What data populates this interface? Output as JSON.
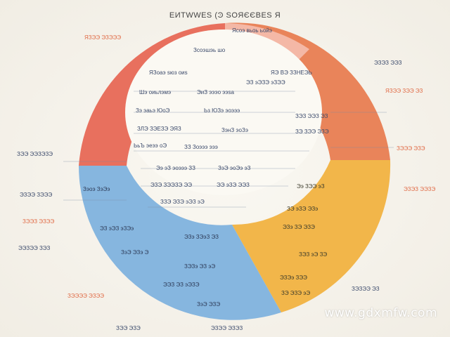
{
  "title": "ЕИТWWЕS (Ͽ ЅOЯЄЄВЕЅ Я",
  "watermark": "www.gdxmfw.com",
  "colors": {
    "red": "#e8705e",
    "orange": "#e9845a",
    "yellow": "#f2b64a",
    "blue": "#86b6df",
    "center": "#fbf9f3",
    "outer_label": "#e06a45",
    "dark_label": "#3b4a6b"
  },
  "inner_labels": [
    "Зсоэшэь шо",
    "Ясoэ вьоь ьойэ",
    "ЯЗоаэ sюз оиs",
    "ЯЭ ВЭ ЗЗНЕЭЬ",
    "Шэ оиьлэмэ",
    "ЭиЗ эээо ээsа",
    "Зэ эаьэ ЮоЭ",
    "Ьз ЮЗэ эоэээ",
    "ЗЛЭ ЗЭЕЗЭ ЭЯЗ",
    "ЗэнЗ эоЗэ",
    "ЬьЪ эеээ оЭ",
    "ЗЗ Зоэээ эээ",
    "Ээ эЗ эоэээ ЗЗ",
    "ЗэЭ эоЭэ эЗ",
    "ЭЗЭ ЗЭЭЗЭ ЭЭ",
    "ЭЭ эЗЭ ЭЭЗ",
    "ЗЗЭ ЭЗЭ эЭЗ эЭ",
    "ЭЗ эЭЗЭ эЗЭЭ",
    "ЗЭЗ ЭЭЗ ЭЗ",
    "ЗЭ ЗЭЭ ЭЗЭ"
  ],
  "blue_labels": [
    "Зэоэ ЗэЭэ",
    "ЭЗ эЭЗ эЗЭэ",
    "ЗэЭ ЭЗэ Э",
    "ЭЗэ ЗЭэЗ ЭЗ",
    "ЗЭЗэ ЭЗ эЭ",
    "ЭЭЗ ЭЗ эЭЗЭ",
    "ЗэЭ ЭЗЭ"
  ],
  "yellow_labels": [
    "Ээ ЗЭЭ эЗ",
    "ЗЭ эЗЭ ЭЗэ",
    "ЭЗэ ЗЭ ЭЗЭ",
    "ЗЭЗ эЭ ЗЭ",
    "ЭЗЭэ ЗЭЭ",
    "ЗЭ ЭЗЭ эЭ"
  ],
  "outer_left": [
    "ЯЗЭЭ ЭЗЭЭЭ",
    "ЗЭЭ ЭЭЗЭЗЭ",
    "ЭЗЭЭ ЗЭЭЭ",
    "ЗЭЭЗ ЭЗЭЭ",
    "ЭЭЗЭЭ ЗЭЗ",
    "ЗЭЭЭЭ ЭЗЭЭ"
  ],
  "outer_right": [
    "ЭЗЭЗ ЭЭЗ",
    "ЯЗЭЭ ЗЭЭ ЭЗ",
    "ЗЭЭЭ ЭЗЭ",
    "ЭЗЭЗ ЭЭЗЭ",
    "ЗЭЗЭЭ ЭЗ"
  ],
  "bottom_labels": [
    "ЗЭЭ ЭЗЭ",
    "ЭЗЭЭ ЭЗЭЗ"
  ]
}
